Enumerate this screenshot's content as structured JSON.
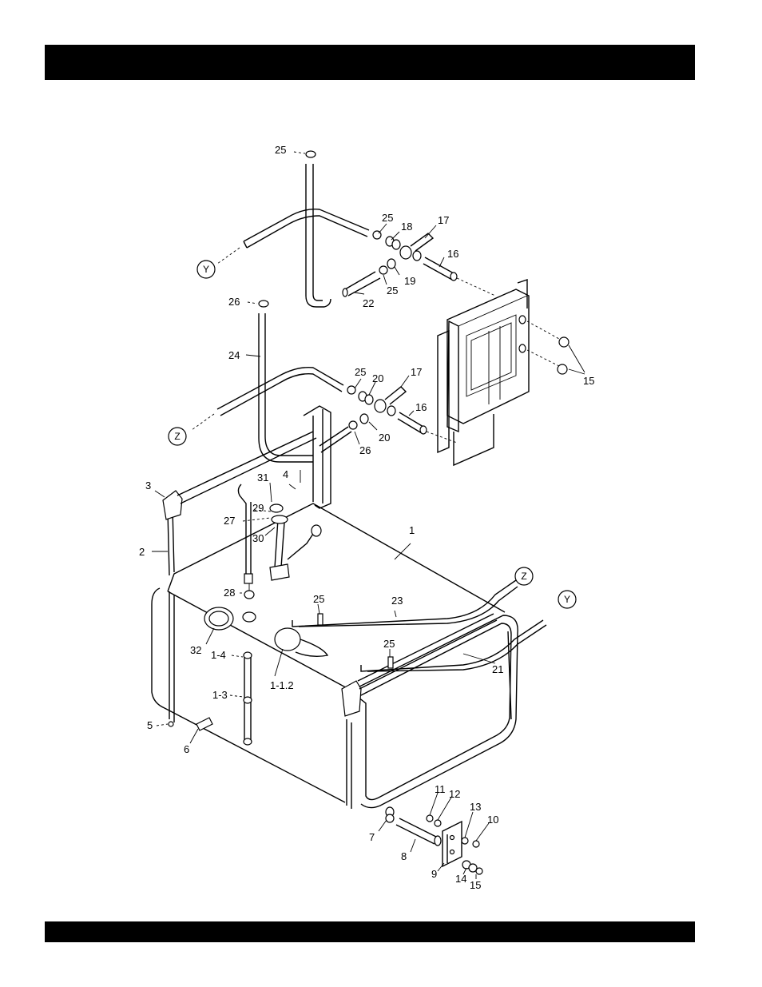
{
  "labels": {
    "p25_top": "25",
    "p25_a": "25",
    "p18": "18",
    "p17_a": "17",
    "p16_a": "16",
    "p19": "19",
    "p25_b": "25",
    "p22": "22",
    "p26_top": "26",
    "p24": "24",
    "p25_c": "25",
    "p20_a": "20",
    "p17_b": "17",
    "p16_b": "16",
    "p20_b": "20",
    "p26_b": "26",
    "p15_a": "15",
    "p3": "3",
    "p2": "2",
    "p31": "31",
    "p4": "4",
    "p29": "29",
    "p27": "27",
    "p30": "30",
    "p1": "1",
    "p28": "28",
    "p25_d": "25",
    "p23": "23",
    "p32": "32",
    "p1_4": "1-4",
    "p1_1_2": "1-1.2",
    "p25_e": "25",
    "p21": "21",
    "p1_3": "1-3",
    "p5": "5",
    "p6": "6",
    "p11": "11",
    "p12": "12",
    "p13": "13",
    "p10": "10",
    "p7": "7",
    "p8": "8",
    "p9": "9",
    "p14": "14",
    "p15_b": "15"
  },
  "callouts": {
    "y_left": "Y",
    "z_left": "Z",
    "z_right": "Z",
    "y_right": "Y"
  }
}
